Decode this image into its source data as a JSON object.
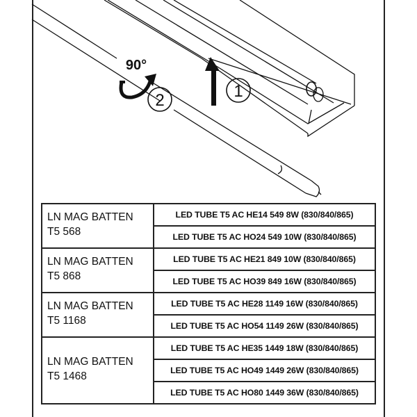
{
  "diagram": {
    "angle_label": "90°",
    "step_1": "1",
    "step_2": "2"
  },
  "table": {
    "groups": [
      {
        "fixture_line1": "LN MAG BATTEN",
        "fixture_line2": "T5 568",
        "tubes": [
          "LED TUBE T5 AC HE14 549 8W (830/840/865)",
          "LED TUBE T5 AC HO24 549 10W (830/840/865)"
        ]
      },
      {
        "fixture_line1": "LN MAG BATTEN",
        "fixture_line2": "T5 868",
        "tubes": [
          "LED TUBE T5 AC HE21 849 10W (830/840/865)",
          "LED TUBE T5 AC HO39 849 16W (830/840/865)"
        ]
      },
      {
        "fixture_line1": "LN MAG BATTEN",
        "fixture_line2": "T5 1168",
        "tubes": [
          "LED TUBE T5 AC HE28 1149 16W (830/840/865)",
          "LED TUBE T5 AC HO54 1149 26W (830/840/865)"
        ]
      },
      {
        "fixture_line1": "LN MAG BATTEN",
        "fixture_line2": "T5 1468",
        "tubes": [
          "LED TUBE T5 AC HE35 1449 18W (830/840/865)",
          "LED TUBE T5 AC HO49 1449 26W (830/840/865)",
          "LED TUBE T5 AC HO80 1449 36W (830/840/865)"
        ]
      }
    ]
  }
}
